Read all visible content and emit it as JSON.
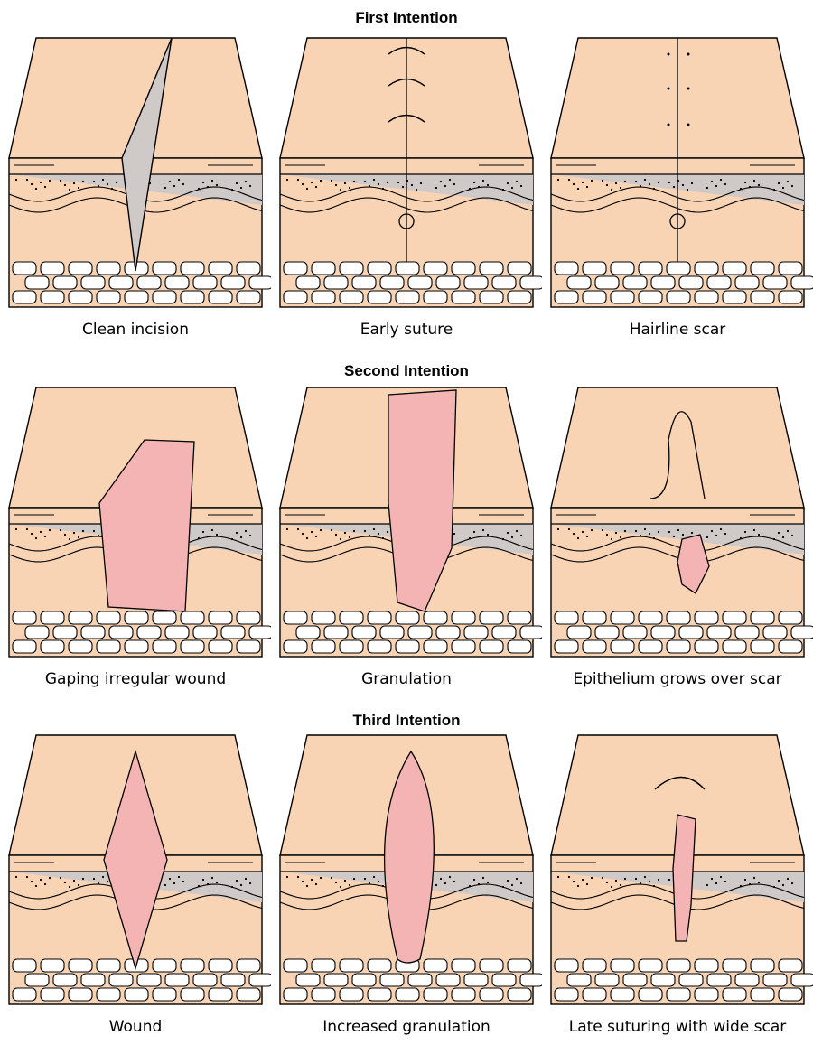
{
  "sections": [
    {
      "title": "First Intention",
      "panels": [
        {
          "caption": "Clean incision",
          "kind": "v-cut"
        },
        {
          "caption": "Early suture",
          "kind": "suture-line"
        },
        {
          "caption": "Hairline scar",
          "kind": "hairline"
        }
      ]
    },
    {
      "title": "Second Intention",
      "panels": [
        {
          "caption": "Gaping irregular wound",
          "kind": "gaping"
        },
        {
          "caption": "Granulation",
          "kind": "granulation"
        },
        {
          "caption": "Epithelium grows over scar",
          "kind": "epithelium"
        }
      ]
    },
    {
      "title": "Third Intention",
      "panels": [
        {
          "caption": "Wound",
          "kind": "wedge"
        },
        {
          "caption": "Increased granulation",
          "kind": "lens"
        },
        {
          "caption": "Late suturing with wide scar",
          "kind": "late-suture"
        }
      ]
    }
  ],
  "colors": {
    "skin": "#f9d4b4",
    "dermis": "#cfc9c8",
    "wound": "#f5b4b4",
    "fat": "#ffffff",
    "outline": "#000000",
    "page": "#ffffff"
  }
}
